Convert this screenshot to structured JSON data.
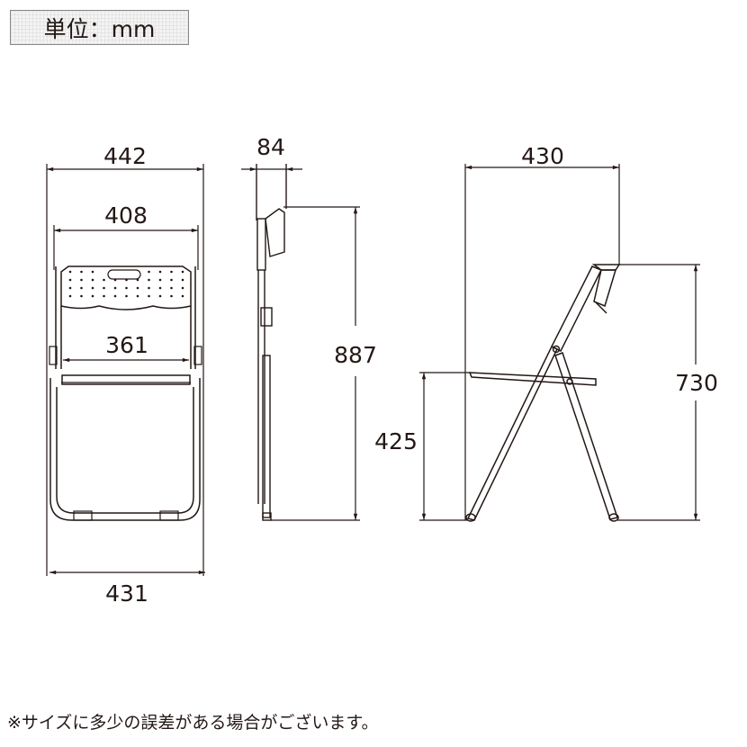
{
  "unit_label": "単位：mm",
  "front_view": {
    "overall_width": "442",
    "back_width": "408",
    "seat_width": "361",
    "base_width": "431"
  },
  "side_view_folded": {
    "folded_depth": "84",
    "overall_height": "887"
  },
  "side_view_open": {
    "depth": "430",
    "seat_height": "425",
    "height": "730"
  },
  "note": "※サイズに多少の誤差がある場合がございます。",
  "colors": {
    "line": "#231815"
  }
}
